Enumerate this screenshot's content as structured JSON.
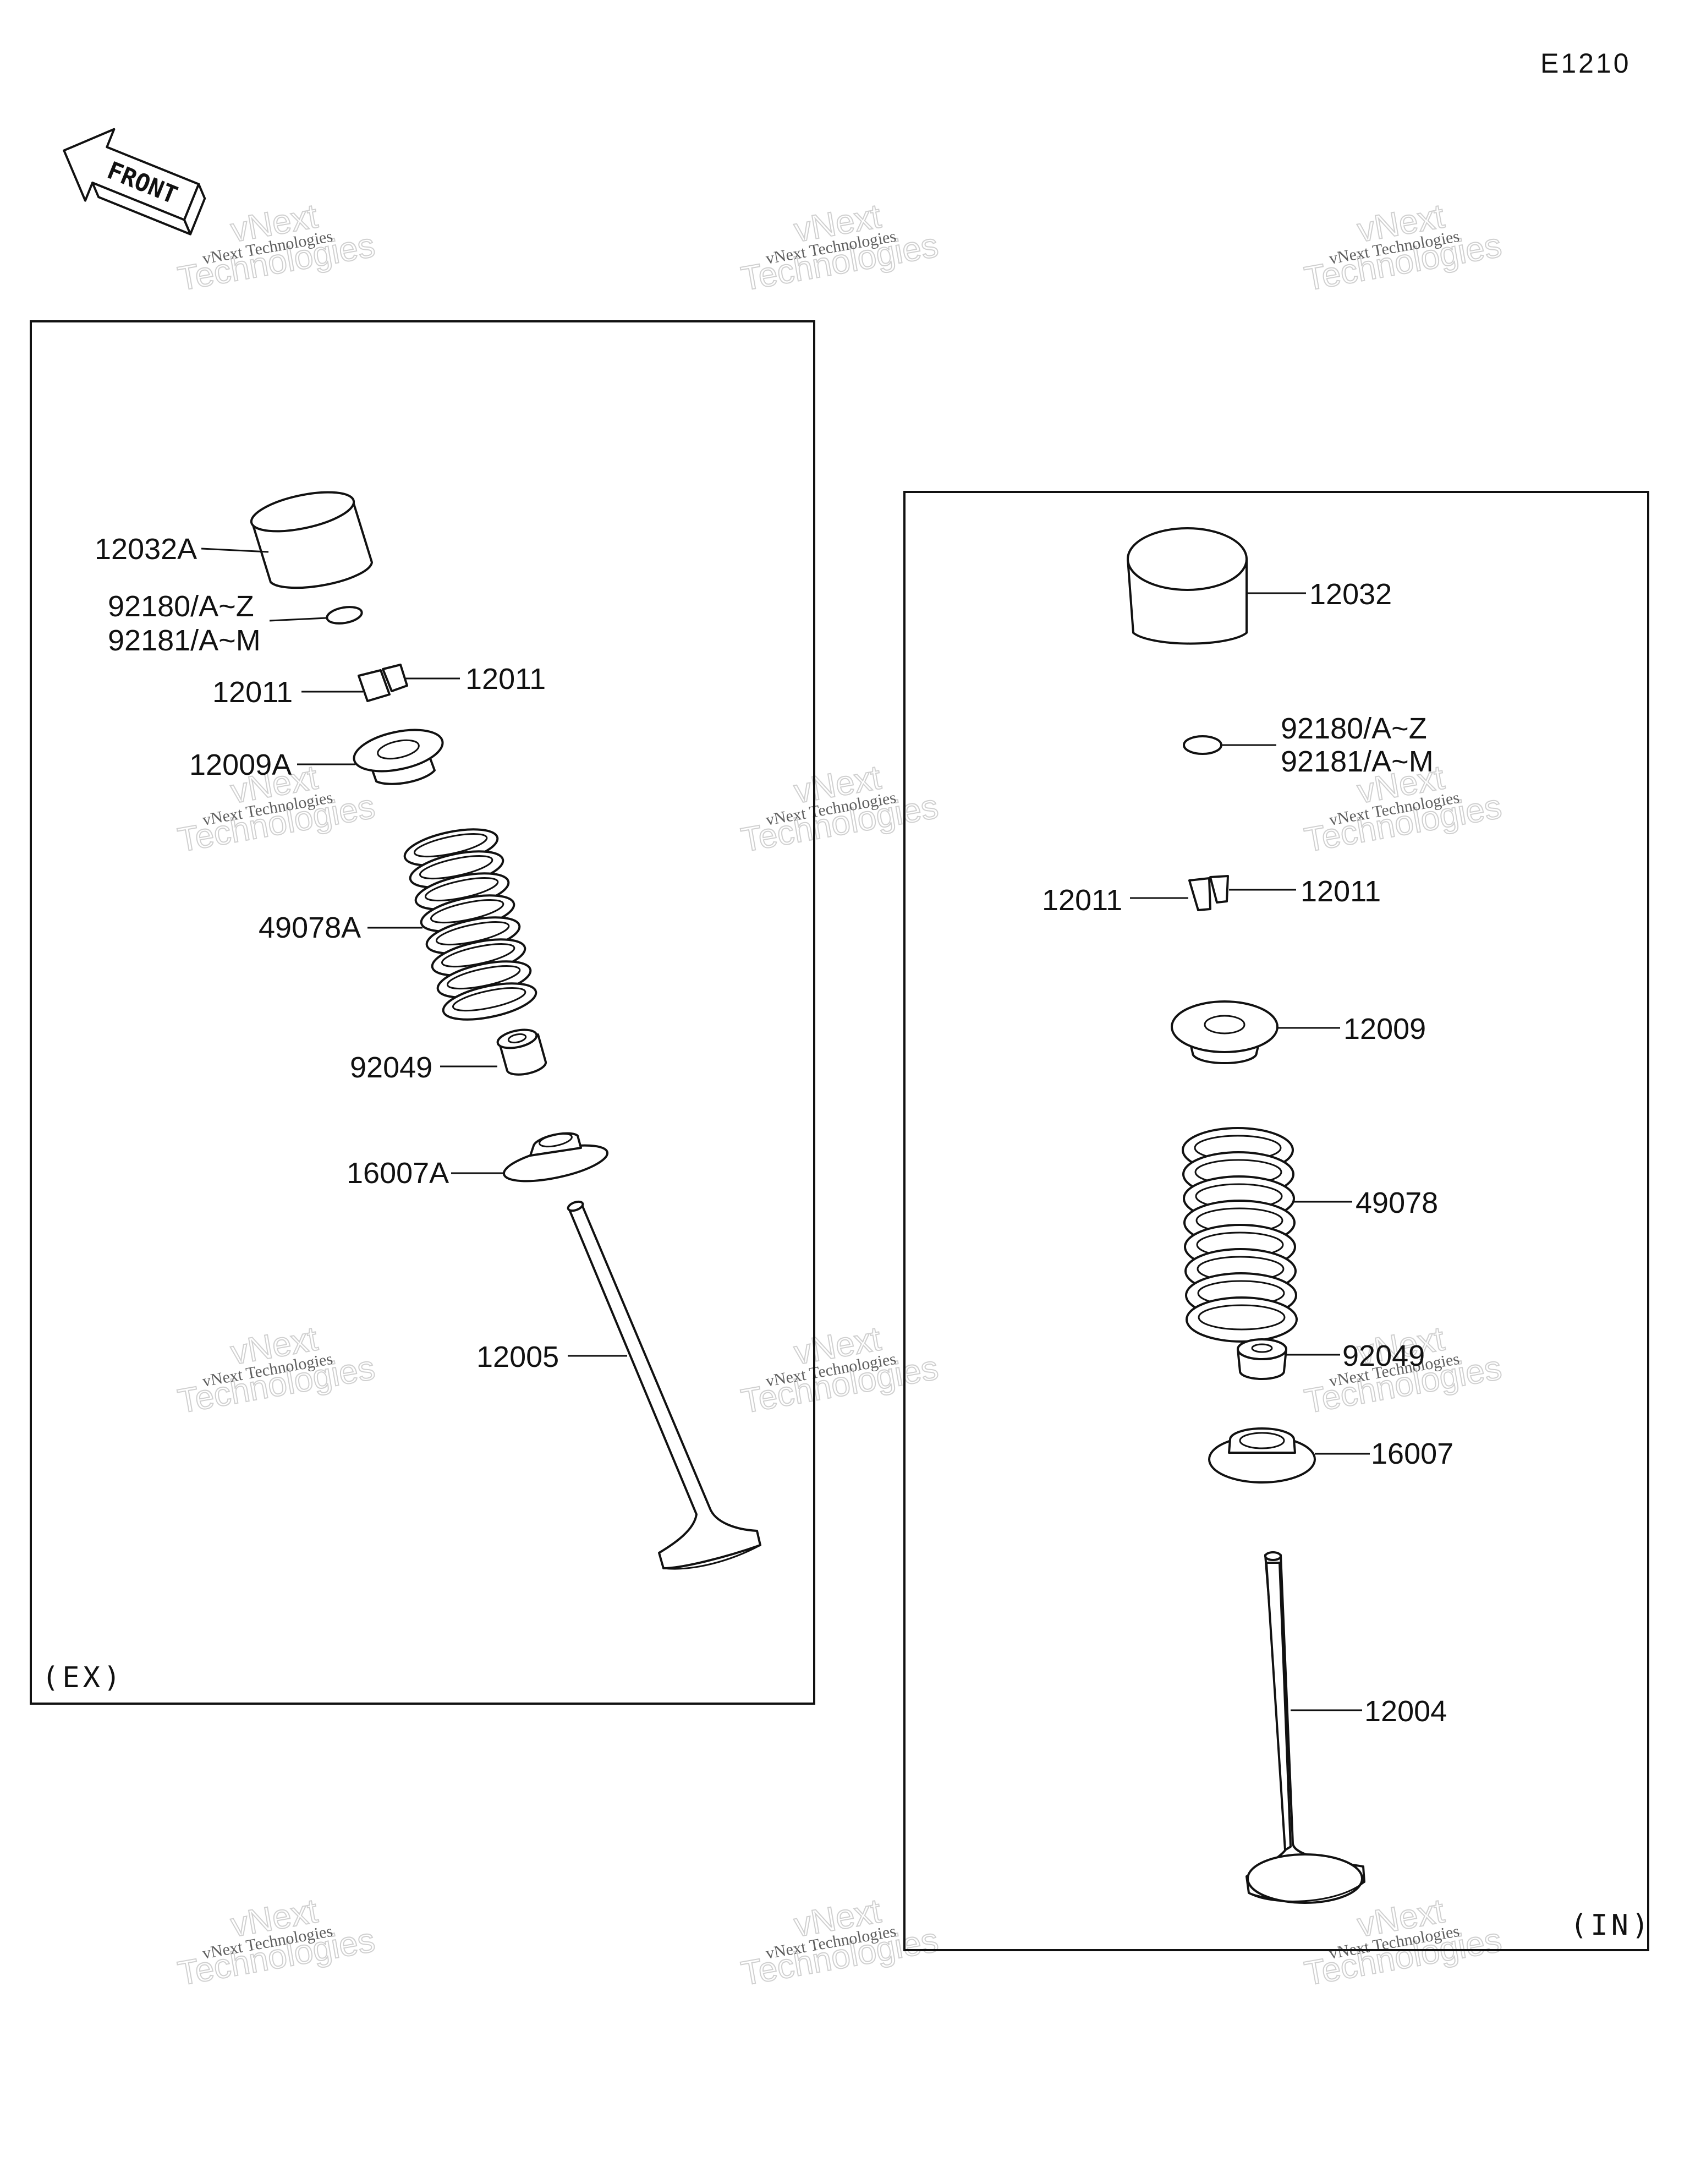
{
  "diagram_code": "E1210",
  "front_label": "FRONT",
  "watermark": {
    "line1": "vNext Technologies",
    "line2": "vNext",
    "line3": "Technologies"
  },
  "exhaust_panel": {
    "tag": "(EX)",
    "parts": [
      {
        "name": "tappet",
        "label": "12032A"
      },
      {
        "name": "shim",
        "label": "92180/A~Z",
        "label2": "92181/A~M"
      },
      {
        "name": "cotter-left",
        "label": "12011"
      },
      {
        "name": "cotter-right",
        "label": "12011"
      },
      {
        "name": "retainer",
        "label": "12009A"
      },
      {
        "name": "spring",
        "label": "49078A"
      },
      {
        "name": "stem-seal",
        "label": "92049"
      },
      {
        "name": "spring-seat",
        "label": "16007A"
      },
      {
        "name": "valve",
        "label": "12005"
      }
    ]
  },
  "intake_panel": {
    "tag": "(IN)",
    "parts": [
      {
        "name": "tappet",
        "label": "12032"
      },
      {
        "name": "shim",
        "label": "92180/A~Z",
        "label2": "92181/A~M"
      },
      {
        "name": "cotter-left",
        "label": "12011"
      },
      {
        "name": "cotter-right",
        "label": "12011"
      },
      {
        "name": "retainer",
        "label": "12009"
      },
      {
        "name": "spring",
        "label": "49078"
      },
      {
        "name": "stem-seal",
        "label": "92049"
      },
      {
        "name": "spring-seat",
        "label": "16007"
      },
      {
        "name": "valve",
        "label": "12004"
      }
    ]
  }
}
